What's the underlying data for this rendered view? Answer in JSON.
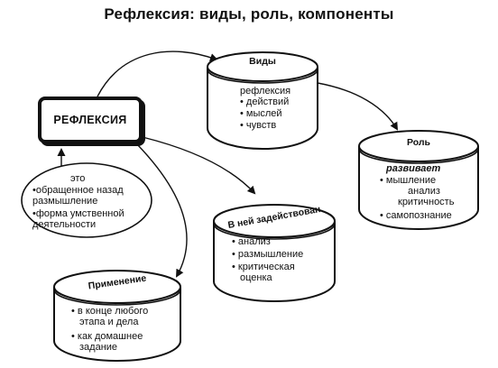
{
  "title": "Рефлексия: виды, роль, компоненты",
  "center": {
    "label": "РЕФЛЕКСИЯ"
  },
  "definition": {
    "lead": "это",
    "items": [
      "•обращенное назад размышление",
      "•форма умственной деятельности"
    ]
  },
  "kinds": {
    "header": "Виды",
    "lead": "рефлексия",
    "items": [
      "действий",
      "мыслей",
      "чувств"
    ]
  },
  "role": {
    "header": "Роль",
    "lead": "развивает",
    "items": [
      "мышление",
      "анализ",
      "критичность",
      "самопознание"
    ]
  },
  "components": {
    "header": "В ней задействован",
    "items": [
      "анализ",
      "размышление",
      "критическая",
      "оценка"
    ]
  },
  "application": {
    "header": "Применение",
    "items": [
      "в конце любого",
      "этапа и дела",
      "как домашнее",
      "задание"
    ]
  }
}
